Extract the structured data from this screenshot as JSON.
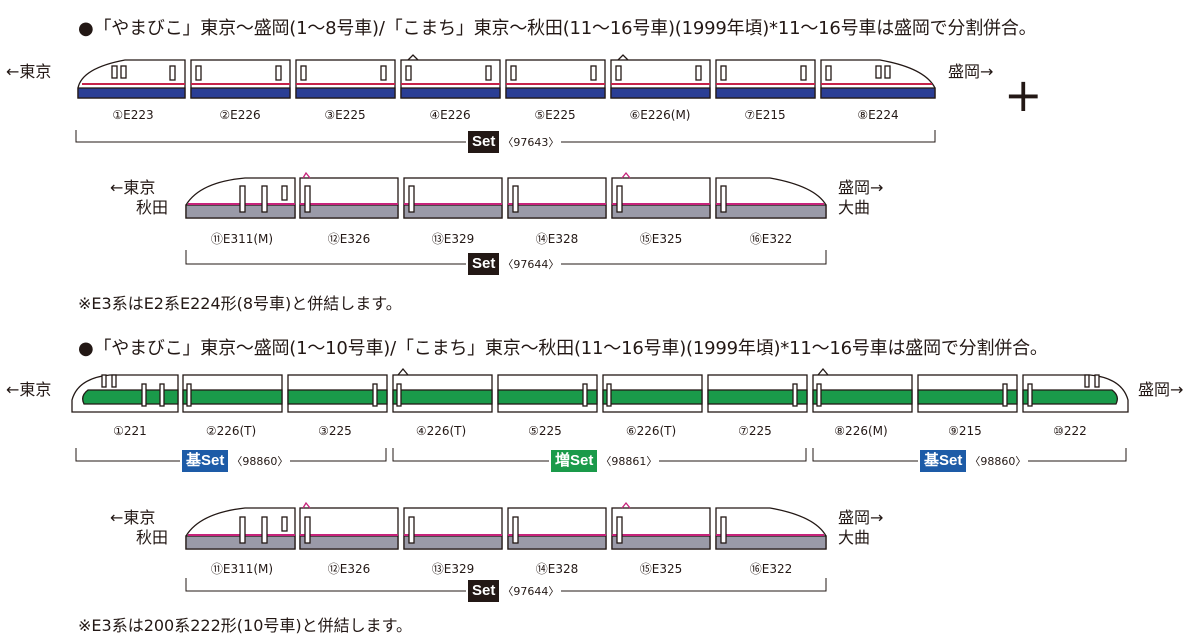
{
  "section1": {
    "title": "●「やまびこ」東京〜盛岡(1〜8号車)/「こまち」東京〜秋田(11〜16号車)(1999年頃)*11〜16号車は盛岡で分割併合。",
    "row1": {
      "left": "←東京",
      "right": "盛岡→",
      "plus": "+",
      "cars": [
        "①E223",
        "②E226",
        "③E225",
        "④E226",
        "⑤E225",
        "⑥E226(M)",
        "⑦E215",
        "⑧E224"
      ],
      "set": {
        "tag": "Set",
        "code": "〈97643〉"
      }
    },
    "row2": {
      "left_line1": "←東京",
      "left_line2": "秋田",
      "right_line1": "盛岡→",
      "right_line2": "大曲",
      "cars": [
        "⑪E311(M)",
        "⑫E326",
        "⑬E329",
        "⑭E328",
        "⑮E325",
        "⑯E322"
      ],
      "set": {
        "tag": "Set",
        "code": "〈97644〉"
      }
    },
    "note": "※E3系はE2系E224形(8号車)と併結します。"
  },
  "section2": {
    "title": "●「やまびこ」東京〜盛岡(1〜10号車)/「こまち」東京〜秋田(11〜16号車)(1999年頃)*11〜16号車は盛岡で分割併合。",
    "row1": {
      "left": "←東京",
      "right": "盛岡→",
      "cars": [
        "①221",
        "②226(T)",
        "③225",
        "④226(T)",
        "⑤225",
        "⑥226(T)",
        "⑦225",
        "⑧226(M)",
        "⑨215",
        "⑩222"
      ],
      "sets": [
        {
          "tag": "基Set",
          "code": "〈98860〉"
        },
        {
          "tag": "増Set",
          "code": "〈98861〉"
        },
        {
          "tag": "基Set",
          "code": "〈98860〉"
        }
      ]
    },
    "row2": {
      "left_line1": "←東京",
      "left_line2": "秋田",
      "right_line1": "盛岡→",
      "right_line2": "大曲",
      "cars": [
        "⑪E311(M)",
        "⑫E326",
        "⑬E329",
        "⑭E328",
        "⑮E325",
        "⑯E322"
      ],
      "set": {
        "tag": "Set",
        "code": "〈97644〉"
      }
    },
    "note": "※E3系は200系222形(10号車)と併結します。"
  },
  "colors": {
    "e2_blue": "#2b3e95",
    "e2_red": "#c6234a",
    "e3_gray": "#9a9aa8",
    "e3_pink": "#c6237a",
    "s200_green": "#1a9a4a",
    "tag_blue": "#1d5ba7",
    "tag_green": "#1a9a4a"
  }
}
